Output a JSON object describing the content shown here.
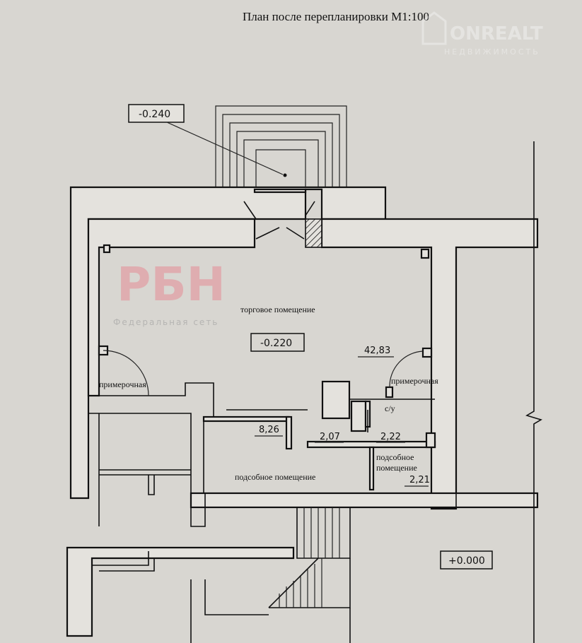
{
  "title": "План после перепланировки М1:100",
  "watermarks": {
    "onrealt_name": "ONREALT",
    "onrealt_sub": "НЕДВИЖИМОСТЬ",
    "rbn_name": "РБН",
    "rbn_sub": "Федеральная сеть"
  },
  "levels": {
    "porch": "-0.240",
    "main": "-0.220",
    "corridor": "+0.000"
  },
  "rooms": {
    "trade_label": "торговое помещение",
    "trade_area": "42,83",
    "fitting_left": "примерочная",
    "fitting_right": "примерочная",
    "wc_label": "с/у",
    "utility_area": "8,26",
    "area_207": "2,07",
    "wc_area": "2,22",
    "utility_label": "подсобное помещение",
    "small_utility_line1": "подсобное",
    "small_utility_line2": "помещение",
    "small_utility_area": "2,21"
  }
}
